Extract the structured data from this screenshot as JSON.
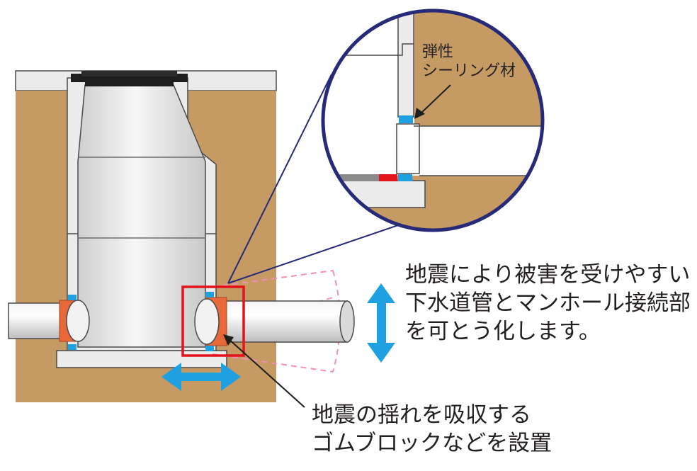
{
  "callout_right": {
    "line1": "地震により被害を受けやすい",
    "line2": "下水道管とマンホール接続部",
    "line3": "を可とう化します。"
  },
  "callout_bottom": {
    "line1": "地震の揺れを吸収する",
    "line2": "ゴムブロックなどを設置"
  },
  "zoom_label": {
    "line1": "弾性",
    "line2": "シーリング材"
  },
  "colors": {
    "soil": "#c69a63",
    "concrete": "#e8e8e8",
    "outline": "#4a4a4a",
    "zoom_ring": "#262a79",
    "rubber_orange": "#e8683a",
    "sealant_blue": "#1fa0e0",
    "sealant_red": "#e3131c",
    "highlight_red": "#e3131c",
    "movement_arrow": "#1fa0e0",
    "swing_dash": "#f08fb8"
  },
  "icons": {
    "horizontal_movement": "double-arrow-horizontal-icon",
    "vertical_movement": "double-arrow-vertical-icon"
  }
}
